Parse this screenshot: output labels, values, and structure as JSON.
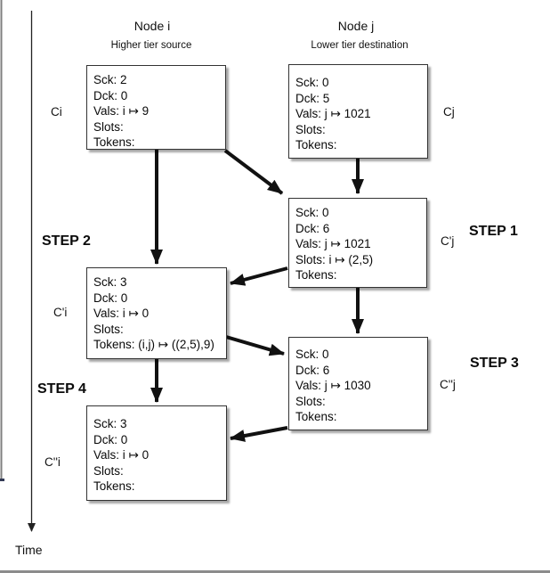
{
  "header": {
    "node_i": {
      "title": "Node i",
      "subtitle": "Higher tier source"
    },
    "node_j": {
      "title": "Node j",
      "subtitle": "Lower tier destination"
    }
  },
  "time_label": "Time",
  "steps": [
    "STEP 1",
    "STEP 2",
    "STEP 3",
    "STEP 4"
  ],
  "boxes": {
    "ci": {
      "label": "Ci",
      "lines": [
        "Sck: 2",
        "Dck: 0",
        "Vals: i ↦ 9",
        "Slots:",
        "Tokens:"
      ]
    },
    "cj": {
      "label": "Cj",
      "lines": [
        "Sck: 0",
        "Dck: 5",
        "Vals: j ↦ 1021",
        "Slots:",
        "Tokens:"
      ]
    },
    "cpj": {
      "label": "C'j",
      "lines": [
        "Sck: 0",
        "Dck: 6",
        "Vals: j ↦ 1021",
        "Slots: i ↦ (2,5)",
        "Tokens:"
      ]
    },
    "cpi": {
      "label": "C'i",
      "lines": [
        "Sck: 3",
        "Dck: 0",
        "Vals: i ↦ 0",
        "Slots:",
        "Tokens: (i,j) ↦ ((2,5),9)"
      ]
    },
    "cppj": {
      "label": "C''j",
      "lines": [
        "Sck: 0",
        "Dck: 6",
        "Vals: j ↦ 1030",
        "Slots:",
        "Tokens:"
      ]
    },
    "cppi": {
      "label": "C''i",
      "lines": [
        "Sck: 3",
        "Dck: 0",
        "Vals: i ↦ 0",
        "Slots:",
        "Tokens:"
      ]
    }
  },
  "colors": {
    "arrow": "#111111",
    "box_border": "#333333",
    "box_shadow": "#9a9a9a",
    "page_edge": "#8c8c8c"
  }
}
